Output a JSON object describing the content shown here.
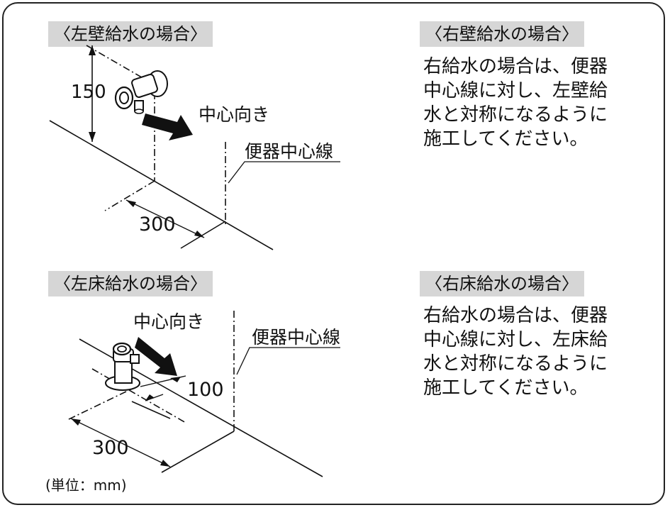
{
  "left_wall": {
    "header": "〈左壁給水の場合〉",
    "dim_height": "150",
    "dim_offset": "300",
    "direction_label": "中心向き",
    "toilet_center_label": "便器中心線"
  },
  "right_wall": {
    "header": "〈右壁給水の場合〉",
    "lines": [
      "右給水の場合は、便器",
      "中心線に対し、左壁給",
      "水と対称になるように",
      "施工してください。"
    ]
  },
  "left_floor": {
    "header": "〈左床給水の場合〉",
    "direction_label": "中心向き",
    "toilet_center_label": "便器中心線",
    "dim_depth": "100",
    "dim_offset": "300"
  },
  "right_floor": {
    "header": "〈右床給水の場合〉",
    "lines": [
      "右給水の場合は、便器",
      "中心線に対し、左床給",
      "水と対称になるように",
      "施工してください。"
    ]
  },
  "unit_note": "(単位：mm)"
}
